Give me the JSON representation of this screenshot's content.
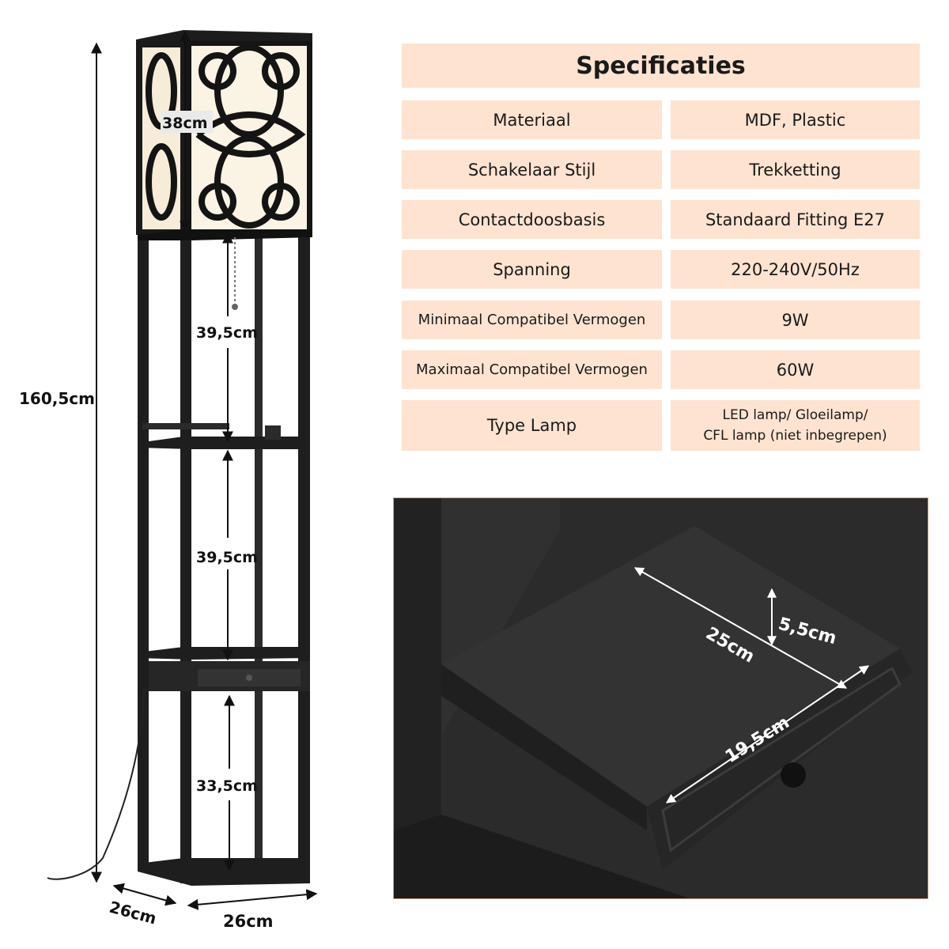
{
  "specs": {
    "title": "Specificaties",
    "rows": [
      {
        "label": "Materiaal",
        "value": "MDF, Plastic"
      },
      {
        "label": "Schakelaar Stijl",
        "value": "Trekketting"
      },
      {
        "label": "Contactdoosbasis",
        "value": "Standaard Fitting E27"
      },
      {
        "label": "Spanning",
        "value": "220-240V/50Hz"
      },
      {
        "label": "Minimaal Compatibel Vermogen",
        "value": "9W"
      },
      {
        "label": "Maximaal Compatibel Vermogen",
        "value": "60W"
      },
      {
        "label": "Type Lamp",
        "value_line1": "LED lamp/ Gloeilamp/",
        "value_line2": "CFL lamp (niet inbegrepen)"
      }
    ]
  },
  "lamp": {
    "total_height": "160,5cm",
    "shade_height": "38cm",
    "shelf1": "39,5cm",
    "shelf2": "39,5cm",
    "shelf3": "33,5cm",
    "depth": "26cm",
    "width": "26cm"
  },
  "drawer": {
    "length": "25cm",
    "height": "5,5cm",
    "width": "19,5cm"
  }
}
